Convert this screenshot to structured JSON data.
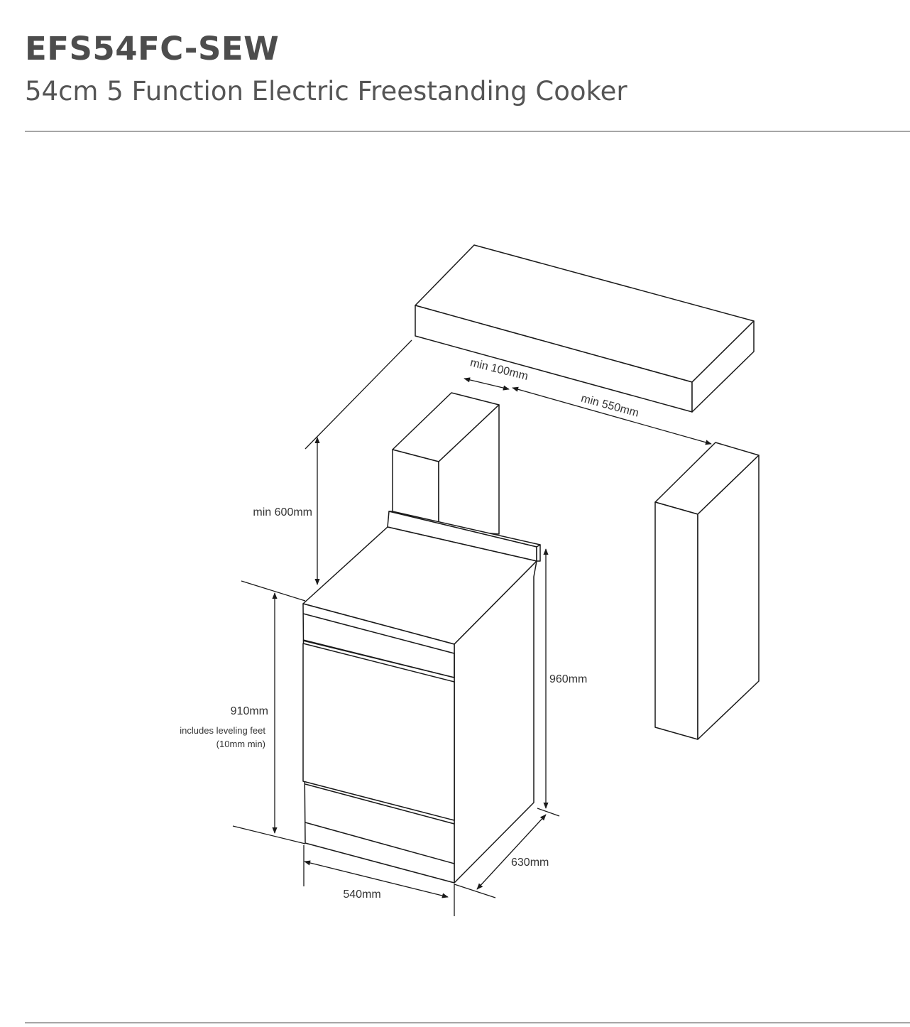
{
  "header": {
    "model": "EFS54FC-SEW",
    "subtitle": "54cm 5 Function Electric Freestanding Cooker"
  },
  "dimensions": {
    "min_100": "min 100mm",
    "min_550": "min 550mm",
    "min_600": "min 600mm",
    "h_910": "910mm",
    "h_910_note_1": "includes leveling feet",
    "h_910_note_2": "(10mm min)",
    "h_960": "960mm",
    "d_630": "630mm",
    "w_540": "540mm"
  },
  "colors": {
    "title": "#4d4d4d",
    "subtitle": "#555555",
    "rule": "#a6a6a6",
    "line": "#1a1a1a"
  }
}
